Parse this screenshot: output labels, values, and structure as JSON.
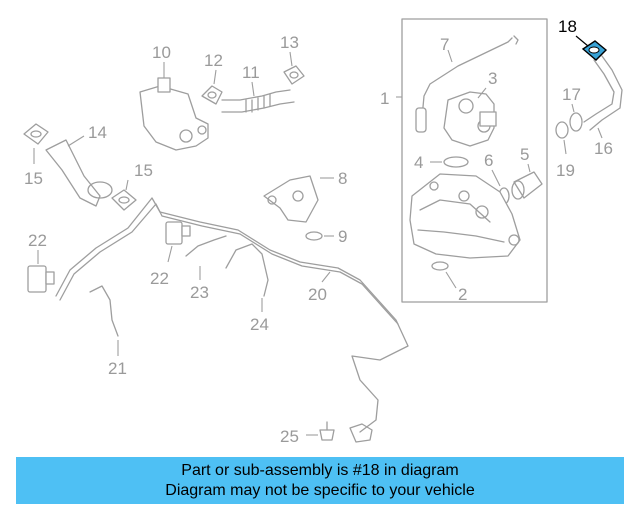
{
  "diagram": {
    "highlight_color": "#3aa3d6",
    "highlighted_part": "18",
    "callouts": [
      {
        "id": "c1",
        "label": "1"
      },
      {
        "id": "c2",
        "label": "2"
      },
      {
        "id": "c3",
        "label": "3"
      },
      {
        "id": "c4",
        "label": "4"
      },
      {
        "id": "c5",
        "label": "5"
      },
      {
        "id": "c6",
        "label": "6"
      },
      {
        "id": "c7",
        "label": "7"
      },
      {
        "id": "c8",
        "label": "8"
      },
      {
        "id": "c9",
        "label": "9"
      },
      {
        "id": "c10",
        "label": "10"
      },
      {
        "id": "c11",
        "label": "11"
      },
      {
        "id": "c12",
        "label": "12"
      },
      {
        "id": "c13",
        "label": "13"
      },
      {
        "id": "c14",
        "label": "14"
      },
      {
        "id": "c15a",
        "label": "15"
      },
      {
        "id": "c15b",
        "label": "15"
      },
      {
        "id": "c16",
        "label": "16"
      },
      {
        "id": "c17",
        "label": "17"
      },
      {
        "id": "c18",
        "label": "18"
      },
      {
        "id": "c19",
        "label": "19"
      },
      {
        "id": "c20",
        "label": "20"
      },
      {
        "id": "c21",
        "label": "21"
      },
      {
        "id": "c22a",
        "label": "22"
      },
      {
        "id": "c22b",
        "label": "22"
      },
      {
        "id": "c23",
        "label": "23"
      },
      {
        "id": "c24",
        "label": "24"
      },
      {
        "id": "c25",
        "label": "25"
      }
    ]
  },
  "banner": {
    "background": "#4ec0f4",
    "line1": "Part or sub-assembly is #18 in diagram",
    "line2": "Diagram may not be specific to your vehicle"
  }
}
